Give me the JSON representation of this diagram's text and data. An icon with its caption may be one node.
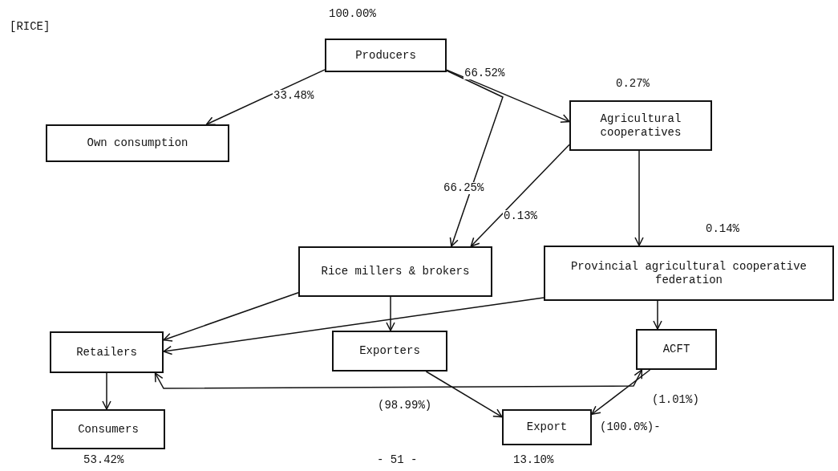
{
  "diagram": {
    "title": "[RICE]",
    "nodes": [
      {
        "text": [
          "Producers"
        ],
        "beside": [
          "100.00%"
        ]
      },
      {
        "text": [
          "Own consumption"
        ]
      },
      {
        "text": [
          "Agricultural cooperatives"
        ],
        "beside": [
          "0.27%"
        ]
      },
      {
        "text": [
          "Rice millers & brokers"
        ]
      },
      {
        "text": [
          "Provincial agricultural cooperative federation"
        ],
        "beside": [
          "0.14%"
        ]
      },
      {
        "text": [
          "Retailers"
        ]
      },
      {
        "text": [
          "Exporters"
        ]
      },
      {
        "text": [
          "ACFT"
        ]
      },
      {
        "text": [
          "Consumers"
        ],
        "beside": [
          "53.42%"
        ]
      },
      {
        "text": [
          "Export"
        ],
        "beside": [
          "(100.0%)-",
          "13.10%"
        ]
      }
    ],
    "edges": [
      {
        "from": 0,
        "to": 1,
        "arrow": "to",
        "label": "33.48%"
      },
      {
        "from": 0,
        "to": 2,
        "arrow": "to",
        "label": "66.52%"
      },
      {
        "from": 0,
        "to": 3,
        "arrow": "to",
        "label": "66.25%"
      },
      {
        "from": 2,
        "to": 3,
        "arrow": "to",
        "label": "0.13%"
      },
      {
        "from": 2,
        "to": 4,
        "arrow": "to"
      },
      {
        "from": 3,
        "to": 5,
        "arrow": "to"
      },
      {
        "from": 3,
        "to": 6,
        "arrow": "to"
      },
      {
        "from": 4,
        "to": 5,
        "arrow": "to"
      },
      {
        "from": 4,
        "to": 7,
        "arrow": "to"
      },
      {
        "from": 5,
        "to": 8,
        "arrow": "to"
      },
      {
        "from": 5,
        "to": 7,
        "arrow": "both"
      },
      {
        "from": 6,
        "to": 9,
        "arrow": "to",
        "label": "(98.99%)"
      },
      {
        "from": 7,
        "to": 9,
        "arrow": "to",
        "label": "(1.01%)"
      }
    ],
    "labels": [
      "- 51 -"
    ]
  }
}
